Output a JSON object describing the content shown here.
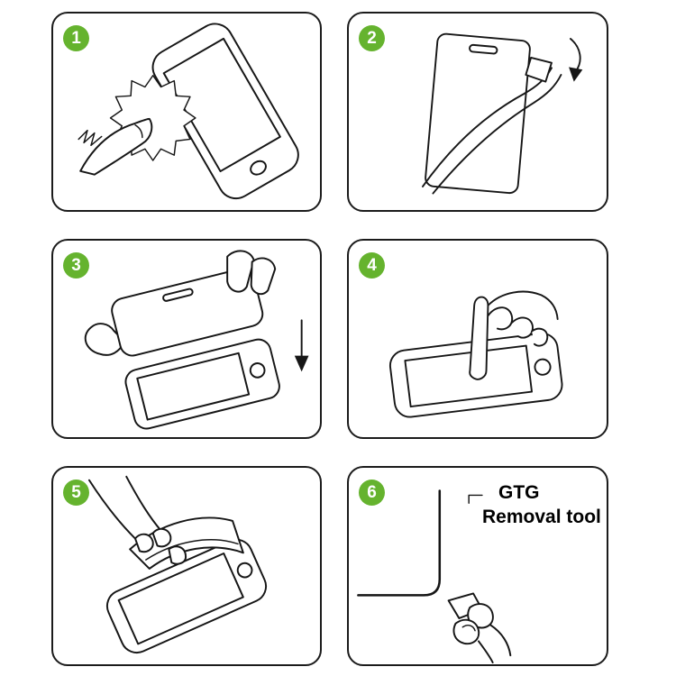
{
  "theme": {
    "accent_green": "#65b32e",
    "line_color": "#161616",
    "background": "#ffffff"
  },
  "steps": [
    {
      "number": "1",
      "illustration": "clean-screen-with-cloth"
    },
    {
      "number": "2",
      "illustration": "peel-protective-film"
    },
    {
      "number": "3",
      "illustration": "align-and-place-glass"
    },
    {
      "number": "4",
      "illustration": "press-screen-to-adhere"
    },
    {
      "number": "5",
      "illustration": "smooth-out-film"
    },
    {
      "number": "6",
      "illustration": "use-removal-tool",
      "label_line1": "GTG",
      "label_line2": "Removal tool"
    }
  ]
}
